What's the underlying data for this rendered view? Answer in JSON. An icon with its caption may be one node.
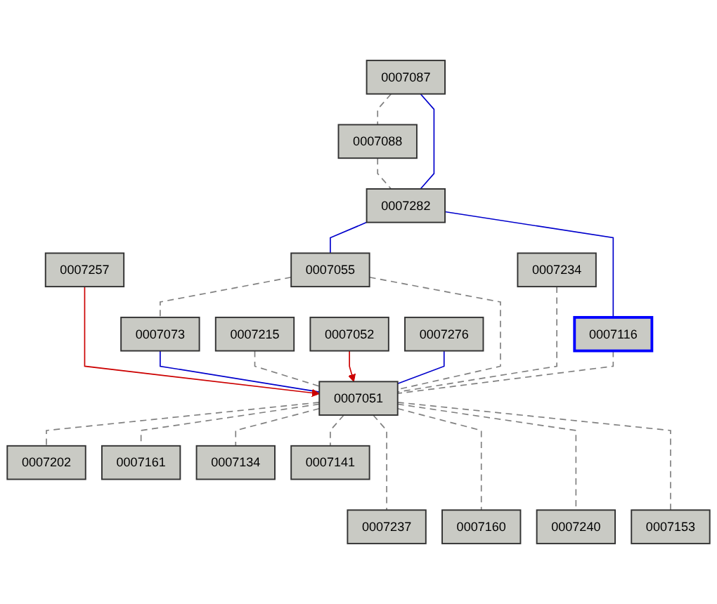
{
  "diagram": {
    "nodes": [
      {
        "text": [
          "0007087"
        ]
      },
      {
        "text": [
          "0007088"
        ]
      },
      {
        "text": [
          "0007282"
        ]
      },
      {
        "text": [
          "0007257"
        ]
      },
      {
        "text": [
          "0007055"
        ]
      },
      {
        "text": [
          "0007234"
        ]
      },
      {
        "text": [
          "0007073"
        ]
      },
      {
        "text": [
          "0007116"
        ]
      },
      {
        "text": [
          "0007215"
        ]
      },
      {
        "text": [
          "0007052"
        ]
      },
      {
        "text": [
          "0007276"
        ]
      },
      {
        "text": [
          "0007051"
        ]
      },
      {
        "text": [
          "0007202"
        ]
      },
      {
        "text": [
          "0007161"
        ]
      },
      {
        "text": [
          "0007134"
        ]
      },
      {
        "text": [
          "0007237"
        ]
      },
      {
        "text": [
          "0007141"
        ]
      },
      {
        "text": [
          "0007160"
        ]
      },
      {
        "text": [
          "0007153"
        ]
      },
      {
        "text": [
          "0007240"
        ]
      }
    ],
    "edges": [
      {
        "from": 0,
        "to": 1,
        "arrow": "none",
        "style": "dashed"
      },
      {
        "from": 0,
        "to": 2,
        "arrow": "none",
        "color": "#0000cc"
      },
      {
        "from": 1,
        "to": 2,
        "arrow": "none",
        "style": "dashed"
      },
      {
        "from": 2,
        "to": 4,
        "arrow": "none",
        "color": "#0000cc"
      },
      {
        "from": 2,
        "to": 7,
        "arrow": "none",
        "color": "#0000cc"
      },
      {
        "from": 4,
        "to": 6,
        "arrow": "none",
        "style": "dashed"
      },
      {
        "from": 4,
        "to": 11,
        "arrow": "none",
        "style": "dashed"
      },
      {
        "from": 7,
        "to": 11,
        "arrow": "none",
        "style": "dashed"
      },
      {
        "from": 6,
        "to": 11,
        "arrow": "none",
        "color": "#0000cc"
      },
      {
        "from": 3,
        "to": 11,
        "arrow": "to",
        "color": "#cc0000"
      },
      {
        "from": 5,
        "to": 11,
        "arrow": "none",
        "style": "dashed"
      },
      {
        "from": 8,
        "to": 11,
        "arrow": "none",
        "style": "dashed"
      },
      {
        "from": 9,
        "to": 11,
        "arrow": "to",
        "color": "#cc0000"
      },
      {
        "from": 10,
        "to": 11,
        "arrow": "none",
        "color": "#0000cc"
      },
      {
        "from": 11,
        "to": 12,
        "arrow": "none",
        "style": "dashed"
      },
      {
        "from": 11,
        "to": 13,
        "arrow": "none",
        "style": "dashed"
      },
      {
        "from": 11,
        "to": 14,
        "arrow": "none",
        "style": "dashed"
      },
      {
        "from": 11,
        "to": 16,
        "arrow": "none",
        "style": "dashed"
      },
      {
        "from": 11,
        "to": 15,
        "arrow": "none",
        "style": "dashed"
      },
      {
        "from": 11,
        "to": 17,
        "arrow": "none",
        "style": "dashed"
      },
      {
        "from": 11,
        "to": 19,
        "arrow": "none",
        "style": "dashed"
      },
      {
        "from": 11,
        "to": 18,
        "arrow": "none",
        "style": "dashed"
      }
    ]
  }
}
